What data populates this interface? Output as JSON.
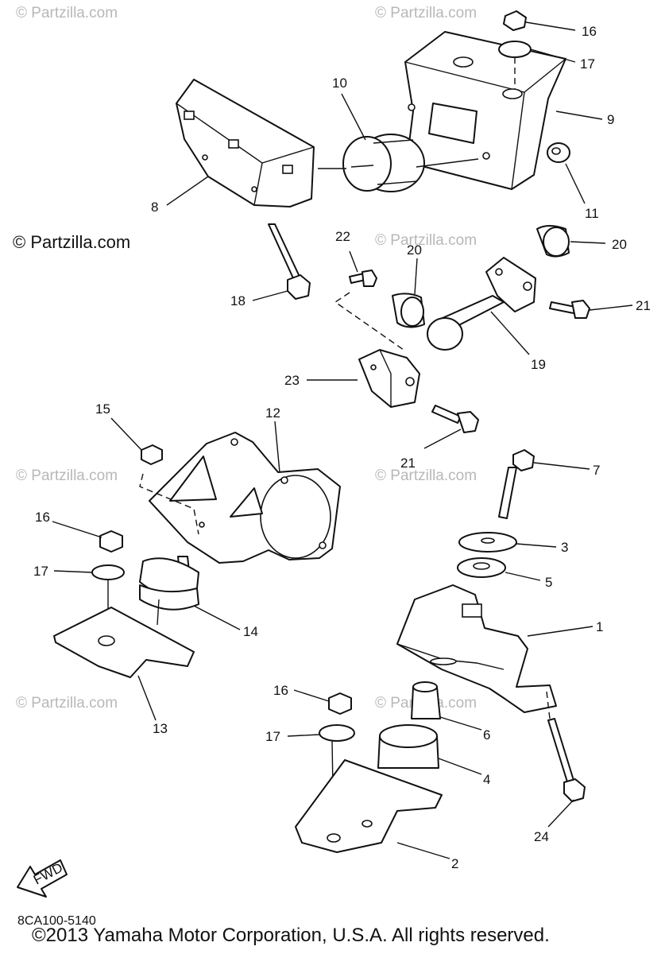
{
  "watermark": "© Partzilla.com",
  "side_copyright": "© Partzilla.com",
  "diagram_code": "8CA100-5140",
  "footer_copyright": "©2013 Yamaha Motor Corporation, U.S.A. All rights reserved.",
  "fwd_label": "FWD",
  "callouts": {
    "c1": "1",
    "c2": "2",
    "c3": "3",
    "c4": "4",
    "c5": "5",
    "c6": "6",
    "c7": "7",
    "c8": "8",
    "c9": "9",
    "c10": "10",
    "c11": "11",
    "c12": "12",
    "c13": "13",
    "c14": "14",
    "c15": "15",
    "c16a": "16",
    "c16b": "16",
    "c16c": "16",
    "c17a": "17",
    "c17b": "17",
    "c17c": "17",
    "c18": "18",
    "c19": "19",
    "c20a": "20",
    "c20b": "20",
    "c21a": "21",
    "c21b": "21",
    "c22": "22",
    "c23": "23",
    "c24": "24"
  }
}
